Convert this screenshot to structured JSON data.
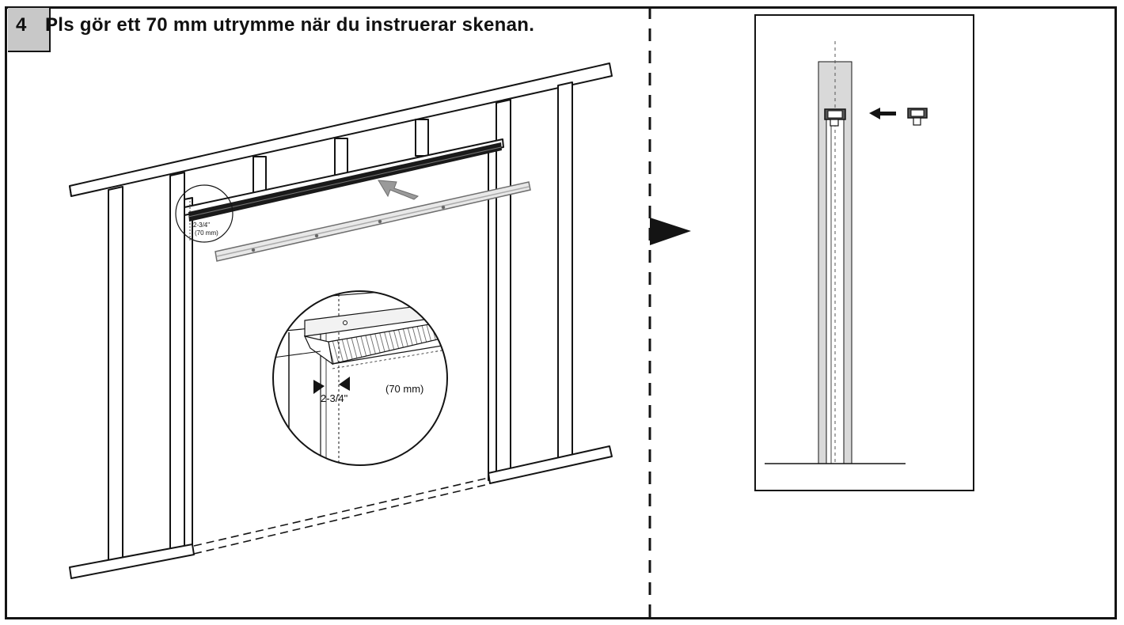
{
  "step": {
    "number": "4",
    "instruction": "Pls gör ett  70  mm  utrymme när  du  instruerar  skenan."
  },
  "callout": {
    "small_label_imperial": "2-3/4\"",
    "small_label_metric": "(70 mm)",
    "zoom_label_imperial": "2-3/4\"",
    "zoom_label_metric": "(70  mm)"
  },
  "colors": {
    "line": "#141414",
    "step_box_fill": "#c8c8c8",
    "arrow_fill": "#9a9a9a",
    "panel_fill": "#d9d9d9"
  }
}
